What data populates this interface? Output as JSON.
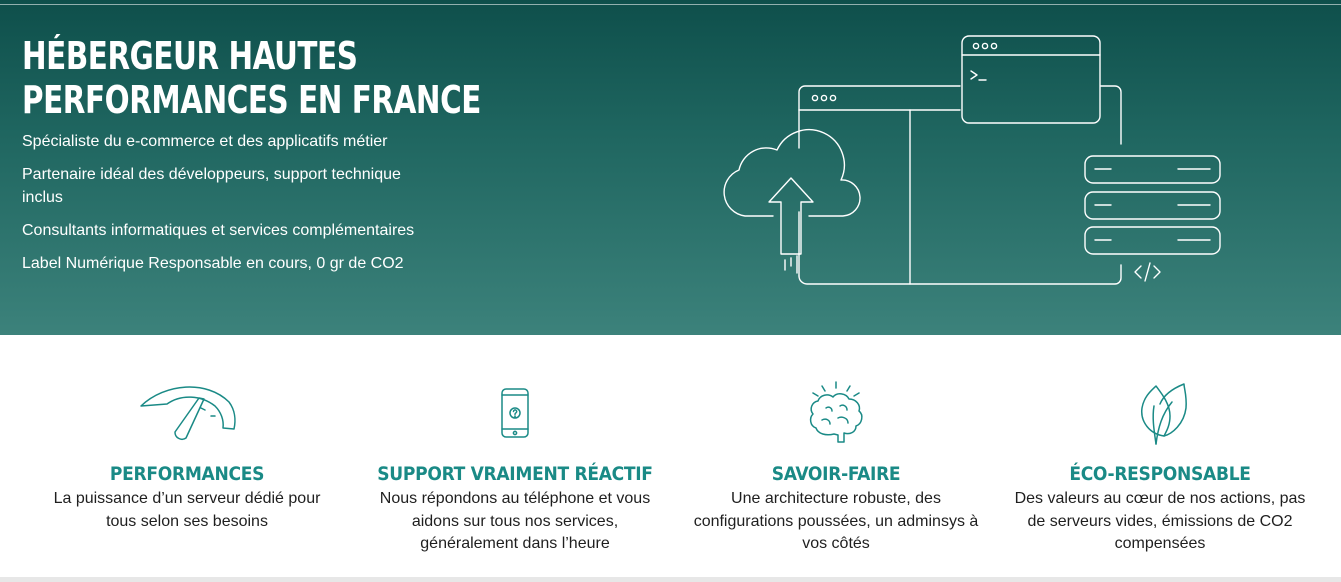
{
  "hero": {
    "title": "HÉBERGEUR HAUTES PERFORMANCES EN FRANCE",
    "features": [
      "Spécialiste du e-commerce et des applicatifs métier",
      "Partenaire idéal des développeurs, support technique inclus",
      "Consultants informatiques et services complémentaires",
      "Label Numérique Responsable en cours, 0 gr de CO2"
    ],
    "illustration": {
      "icons": [
        "cloud-upload-icon",
        "browser-window-icon",
        "terminal-window-icon",
        "server-stack-icon",
        "code-icon"
      ],
      "terminal_prompt": ">_",
      "code_symbol": "</>"
    }
  },
  "features": [
    {
      "icon": "speedometer-icon",
      "title": "PERFORMANCES",
      "text": "La puissance d’un serveur dédié pour tous selon ses besoins"
    },
    {
      "icon": "smartphone-support-icon",
      "title": "SUPPORT VRAIMENT RÉACTIF",
      "text": "Nous répondons au téléphone et vous aidons sur tous nos services, généralement dans l’heure"
    },
    {
      "icon": "brain-icon",
      "title": "SAVOIR-FAIRE",
      "text": "Une architecture robuste, des configurations poussées, un adminsys à vos côtés"
    },
    {
      "icon": "leaf-icon",
      "title": "ÉCO-RESPONSABLE",
      "text": "Des valeurs au cœur de nos actions, pas de serveurs vides, émissions de CO2 compensées"
    }
  ],
  "colors": {
    "hero_top": "#0e4f4b",
    "hero_bottom": "#3c827b",
    "accent": "#1a8a86",
    "text": "#1f1f1f"
  }
}
